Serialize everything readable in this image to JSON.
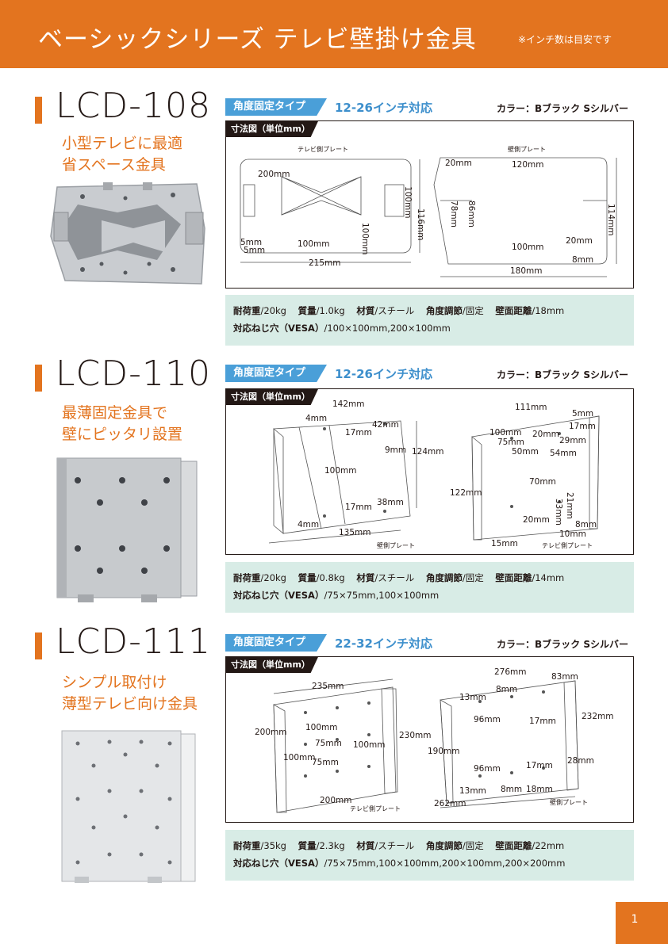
{
  "header": {
    "title": "ベーシックシリーズ テレビ壁掛け金具",
    "note": "※インチ数は目安です"
  },
  "products": [
    {
      "model": "LCD-108",
      "tagline": [
        "小型テレビに最適",
        "省スペース金具"
      ],
      "type_badge": "角度固定タイプ",
      "size": "12-26インチ対応",
      "color": "カラー：Bブラック Sシルバー",
      "dim_tag": "寸法図（単位mm）",
      "diagram_labels": {
        "tv_plate": "テレビ側プレート",
        "wall_plate": "壁側プレート",
        "d200": "200mm",
        "d100v": "100mm",
        "d116": "116mm",
        "d100v2": "100mm",
        "d5a": "5mm",
        "d5b": "5mm",
        "d100h": "100mm",
        "d215": "215mm",
        "d20a": "20mm",
        "d120": "120mm",
        "d78": "78mm",
        "d86": "86mm",
        "d114": "114mm",
        "d100w": "100mm",
        "d20b": "20mm",
        "d8": "8mm",
        "d180": "180mm"
      },
      "spec": {
        "load_label": "耐荷重",
        "load": "/20kg",
        "mass_label": "質量",
        "mass": "/1.0kg",
        "material_label": "材質",
        "material": "/スチール",
        "angle_label": "角度調節",
        "angle": "/固定",
        "wall_label": "壁面距離",
        "wall": "/18mm",
        "vesa_label": "対応ねじ穴（VESA）",
        "vesa": "/100×100mm,200×100mm"
      }
    },
    {
      "model": "LCD-110",
      "tagline": [
        "最薄固定金具で",
        "壁にピッタリ設置"
      ],
      "type_badge": "角度固定タイプ",
      "size": "12-26インチ対応",
      "color": "カラー：Bブラック Sシルバー",
      "dim_tag": "寸法図（単位mm）",
      "diagram_labels": {
        "d142": "142mm",
        "d4a": "4mm",
        "d17a": "17mm",
        "d42": "42mm",
        "d9": "9mm",
        "d124": "124mm",
        "d100": "100mm",
        "d17b": "17mm",
        "d38": "38mm",
        "d4b": "4mm",
        "d135": "135mm",
        "wall_plate": "壁側プレート",
        "d111": "111mm",
        "d5": "5mm",
        "d17c": "17mm",
        "d100b": "100mm",
        "d20a": "20mm",
        "d29": "29mm",
        "d75": "75mm",
        "d50": "50mm",
        "d54": "54mm",
        "d122": "122mm",
        "d70": "70mm",
        "d21": "21mm",
        "d33": "33mm",
        "d20b": "20mm",
        "d8": "8mm",
        "d10": "10mm",
        "d15": "15mm",
        "tv_plate": "テレビ側プレート"
      },
      "spec": {
        "load_label": "耐荷重",
        "load": "/20kg",
        "mass_label": "質量",
        "mass": "/0.8kg",
        "material_label": "材質",
        "material": "/スチール",
        "angle_label": "角度調節",
        "angle": "/固定",
        "wall_label": "壁面距離",
        "wall": "/14mm",
        "vesa_label": "対応ねじ穴（VESA）",
        "vesa": "/75×75mm,100×100mm"
      }
    },
    {
      "model": "LCD-111",
      "tagline": [
        "シンプル取付け",
        "薄型テレビ向け金具"
      ],
      "type_badge": "角度固定タイプ",
      "size": "22-32インチ対応",
      "color": "カラー：Bブラック Sシルバー",
      "dim_tag": "寸法図（単位mm）",
      "diagram_labels": {
        "d235": "235mm",
        "d200a": "200mm",
        "d100a": "100mm",
        "d75a": "75mm",
        "d100b": "100mm",
        "d230": "230mm",
        "d100c": "100mm",
        "d75b": "75mm",
        "d200b": "200mm",
        "tv_plate": "テレビ側プレート",
        "d276": "276mm",
        "d13a": "13mm",
        "d8a": "8mm",
        "d83": "83mm",
        "d96a": "96mm",
        "d17a": "17mm",
        "d232": "232mm",
        "d190": "190mm",
        "d96b": "96mm",
        "d17b": "17mm",
        "d28": "28mm",
        "d13b": "13mm",
        "d8b": "8mm",
        "d18": "18mm",
        "d262": "262mm",
        "wall_plate": "壁側プレート"
      },
      "spec": {
        "load_label": "耐荷重",
        "load": "/35kg",
        "mass_label": "質量",
        "mass": "/2.3kg",
        "material_label": "材質",
        "material": "/スチール",
        "angle_label": "角度調節",
        "angle": "/固定",
        "wall_label": "壁面距離",
        "wall": "/22mm",
        "vesa_label": "対応ねじ穴（VESA）",
        "vesa": "/75×75mm,100×100mm,200×100mm,200×200mm"
      }
    }
  ],
  "page_number": "1",
  "colors": {
    "accent": "#e3741f",
    "badge": "#4a9fd8",
    "spec_bg": "#d8ece6"
  }
}
